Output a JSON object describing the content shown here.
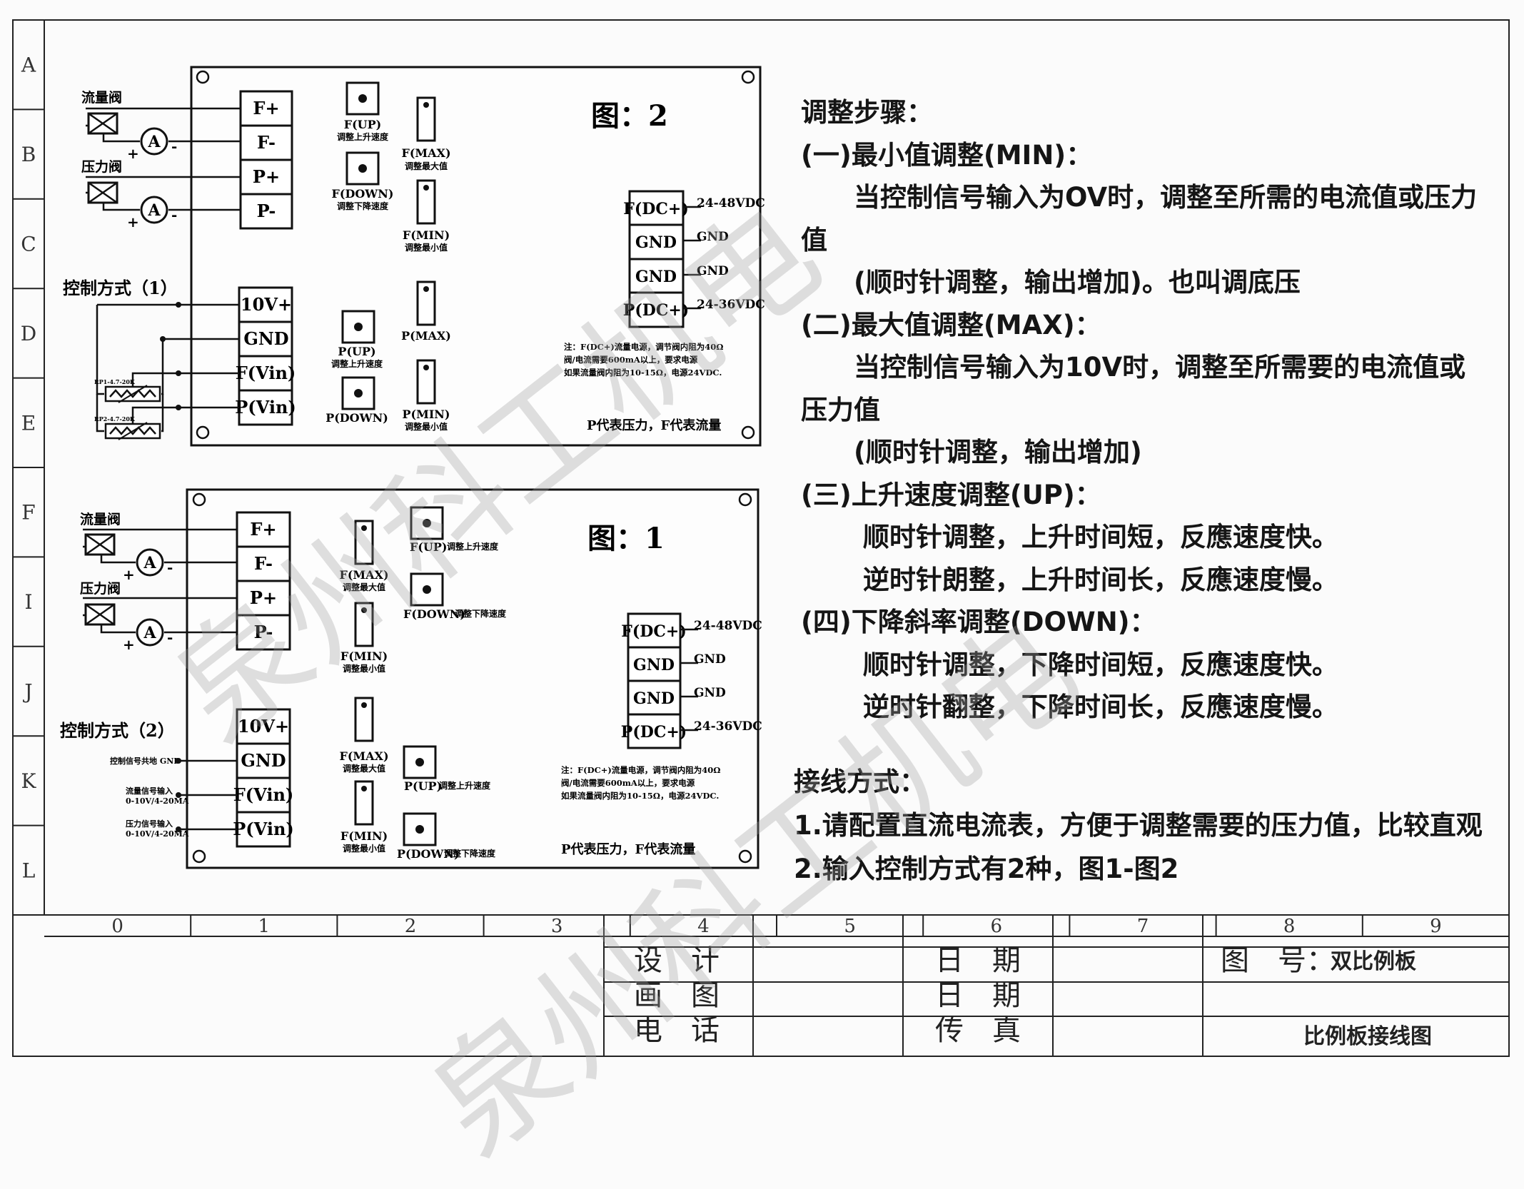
{
  "rows": [
    "A",
    "B",
    "C",
    "D",
    "E",
    "F",
    "I",
    "J",
    "K",
    "L"
  ],
  "cols": [
    "0",
    "1",
    "2",
    "3",
    "4",
    "5",
    "6",
    "7",
    "8",
    "9"
  ],
  "fig2": {
    "title": "图：2",
    "valve_flow": "流量阀",
    "valve_pressure": "压力阀",
    "ammeter": "A",
    "control_label": "控制方式（1）",
    "pot1": "RP1-4.7-20K",
    "pot2": "RP2-4.7-20K",
    "terms_top": [
      "F+",
      "F-",
      "P+",
      "P-"
    ],
    "terms_bottom": [
      "10V+",
      "GND",
      "F(Vin)",
      "P(Vin)"
    ],
    "btn_fup": "F(UP)",
    "btn_fup_sub": "调整上升速度",
    "btn_fdown": "F(DOWN)",
    "btn_fdown_sub": "调整下降速度",
    "pot_fmax": "F(MAX)",
    "pot_fmax_sub": "调整最大值",
    "pot_fmin": "F(MIN)",
    "pot_fmin_sub": "调整最小值",
    "btn_pup": "P(UP)",
    "btn_pup_sub": "调整上升速度",
    "btn_pdown": "P(DOWN)",
    "pot_pmax": "P(MAX)",
    "pot_pmin": "P(MIN)",
    "pot_pmin_sub": "调整最小值",
    "power_terms": [
      "F(DC+)",
      "GND",
      "GND",
      "P(DC+)"
    ],
    "power_labels": [
      "24-48VDC",
      "GND",
      "GND",
      "24-36VDC"
    ],
    "note1": "注：F(DC+)流量电源，调节阀内阻为40Ω",
    "note2": "阀/电流需要600mA以上，要求电源",
    "note3": "如果流量阀内阻为10-15Ω，电源24VDC.",
    "note4": "P代表压力，F代表流量"
  },
  "fig1": {
    "title": "图：1",
    "valve_flow": "流量阀",
    "valve_pressure": "压力阀",
    "ammeter": "A",
    "control_label": "控制方式（2）",
    "terms_top": [
      "F+",
      "F-",
      "P+",
      "P-"
    ],
    "terms_bottom": [
      "10V+",
      "GND",
      "F(Vin)",
      "P(Vin)"
    ],
    "sig_common": "控制信号共地 GND",
    "sig_flow1": "流量信号输入",
    "sig_flow2": "0-10V/4-20MA",
    "sig_press1": "压力信号输入",
    "sig_press2": "0-10V/4-20MA",
    "pot_fmax": "F(MAX)",
    "pot_fmax_sub": "调整最大值",
    "pot_fmin": "F(MIN)",
    "pot_fmin_sub": "调整最小值",
    "btn_fup": "F(UP)",
    "btn_fup_sub": "调整上升速度",
    "btn_fdown": "F(DOWN)",
    "btn_fdown_sub": "调整下降速度",
    "pot_pmax": "F(MAX)",
    "pot_pmax_sub": "调整最大值",
    "pot_pmin": "F(MIN)",
    "pot_pmin_sub": "调整最小值",
    "btn_pup": "P(UP)",
    "btn_pup_sub": "调整上升速度",
    "btn_pdown": "P(DOWN)",
    "btn_pdown_sub": "调整下降速度",
    "power_terms": [
      "F(DC+)",
      "GND",
      "GND",
      "P(DC+)"
    ],
    "power_labels": [
      "24-48VDC",
      "GND",
      "GND",
      "24-36VDC"
    ],
    "note1": "注：F(DC+)流量电源，调节阀内阻为40Ω",
    "note2": "阀/电流需要600mA以上，要求电源",
    "note3": "如果流量阀内阻为10-15Ω，电源24VDC.",
    "note4": "P代表压力，F代表流量"
  },
  "notes": [
    "调整步骤：",
    "(一)最小值调整(MIN)：",
    "　　当控制信号输入为OV时，调整至所需的电流值或压力",
    "值",
    "　　(顺时针调整，输出增加)。也叫调底压",
    "(二)最大值调整(MAX)：",
    "　　当控制信号输入为10V时，调整至所需要的电流值或",
    "压力值",
    "　　(顺时针调整，输出增加)",
    "(三)上升速度调整(UP)：",
    "　　 顺时针调整，上升时间短，反應速度快。",
    "　　 逆时针朗整，上升时间长，反應速度慢。",
    "(四)下降斜率调整(DOWN)：",
    "　　 顺时针调整，下降时间短，反應速度快。",
    "　　 逆时针翻整，下降时间长，反應速度慢。"
  ],
  "wiring": [
    "接线方式：",
    "1.请配置直流电流表，方便于调整需要的压力值，比较直观",
    "2.输入控制方式有2种，图1-图2"
  ],
  "title_block": {
    "design": "设　计",
    "draw": "画　图",
    "phone": "电　话",
    "date1": "日　期",
    "date2": "日　期",
    "fax": "传　真",
    "drawing_no": "图　号：",
    "drawing_no_value": "双比例板",
    "drawing_name": "比例板接线图"
  },
  "watermark": "泉州科工机电"
}
